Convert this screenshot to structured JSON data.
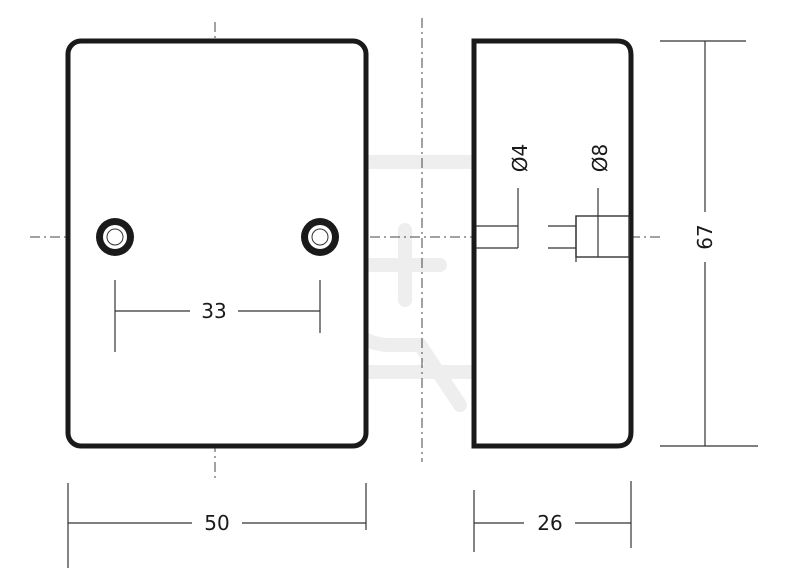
{
  "dimensions": {
    "front_width": "50",
    "hole_spacing": "33",
    "side_width": "26",
    "height": "67",
    "small_diameter": "Ø4",
    "large_diameter": "Ø8"
  },
  "colors": {
    "outline": "#1a1a1a",
    "watermark": "#eeeeee"
  }
}
